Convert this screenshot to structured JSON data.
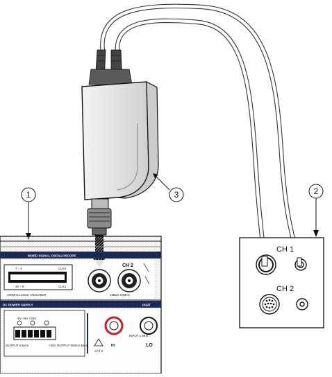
{
  "callouts": [
    {
      "number": "1"
    },
    {
      "number": "2"
    },
    {
      "number": "3"
    }
  ],
  "instrument": {
    "scope_label": "MIXED SIGNAL OSCILLOSCOPE",
    "ch2_label": "CH 2",
    "dc_label": "DC POWER SUPPLY",
    "digital_label": "DIGIT",
    "lo_label": "LO",
    "hi_label": "HI",
    "trig_row_top": "7 ÷ 0",
    "trig_row_bottom": "15 ÷ 8",
    "clk0": "CLK0",
    "clk1": "CLK1",
    "logic_label": "100MHz LOGIC ANALYZER",
    "bnc_spec": "1MΩ/1 10MHz",
    "ps_terms": "-6V  +6V  +25V",
    "output_left": "OUTPUT 3 MAX",
    "output_right": "+25V OUTPUT 500mA MAX",
    "cat_label": "CAT II",
    "input_label": "INPUT 1 MHz"
  },
  "panel": {
    "ch1_label": "CH 1",
    "ch2_label": "CH 2"
  }
}
